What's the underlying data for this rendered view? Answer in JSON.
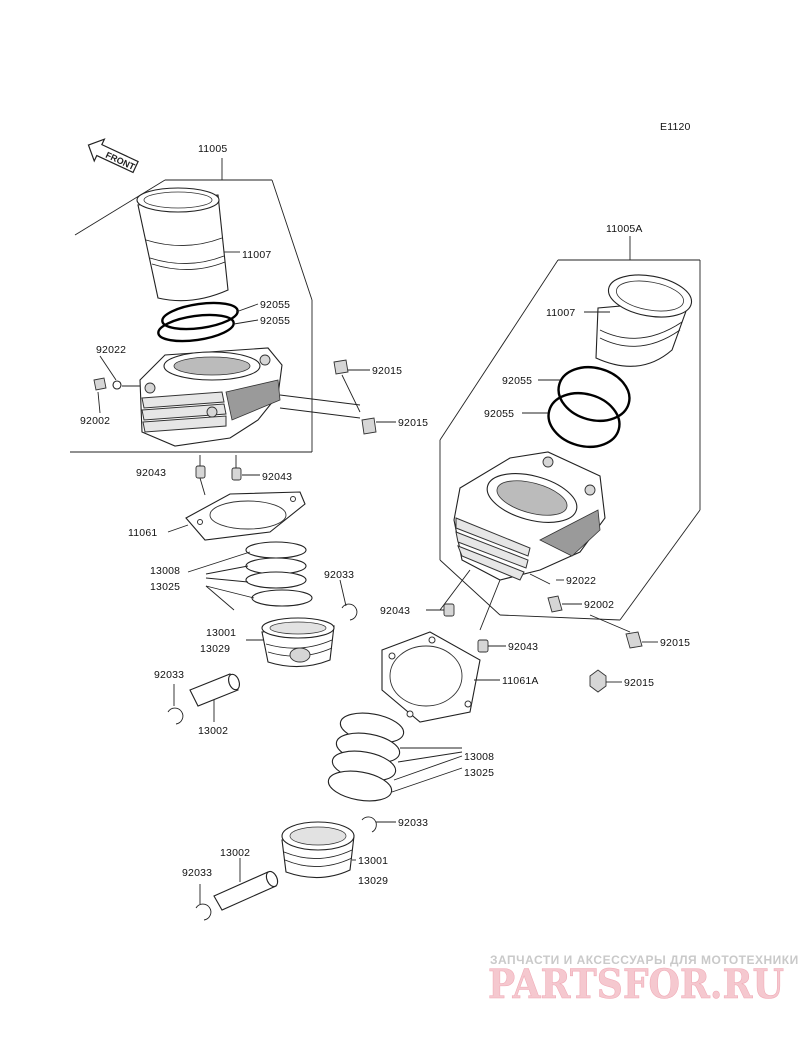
{
  "diagram_code": "E1120",
  "front_label": "FRONT",
  "labels": {
    "l11005": "11005",
    "l11007a": "11007",
    "l92055a": "92055",
    "l92055b": "92055",
    "l92022a": "92022",
    "l92002a": "92002",
    "l92015a": "92015",
    "l92015b": "92015",
    "l92043a": "92043",
    "l92043b": "92043",
    "l11061": "11061",
    "l13008a": "13008",
    "l13025a": "13025",
    "l92033a": "92033",
    "l13001a": "13001",
    "l13029a": "13029",
    "l92033b": "92033",
    "l13002a": "13002",
    "l11005A": "11005A",
    "l11007b": "11007",
    "l92055c": "92055",
    "l92055d": "92055",
    "l92022b": "92022",
    "l92002b": "92002",
    "l92043c": "92043",
    "l92043d": "92043",
    "l92015c": "92015",
    "l92015d": "92015",
    "l11061A": "11061A",
    "l13008b": "13008",
    "l13025b": "13025",
    "l92033c": "92033",
    "l13002b": "13002",
    "l13001b": "13001",
    "l13029b": "13029",
    "l92033d": "92033"
  },
  "watermark": {
    "tagline": "ЗАПЧАСТИ И АКСЕССУАРЫ ДЛЯ МОТОТЕХНИКИ",
    "logo": "PARTSFOR.RU"
  }
}
